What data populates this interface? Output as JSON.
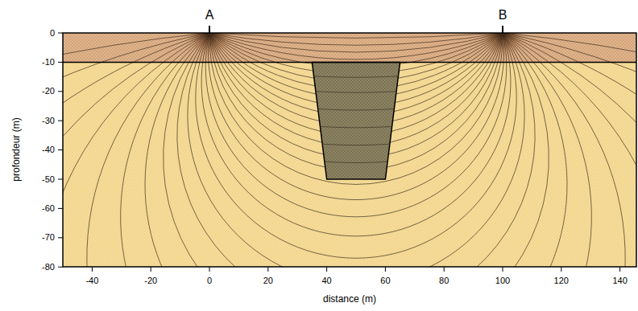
{
  "diagram": {
    "labels": [
      "A",
      "B",
      "0",
      "-10",
      "-20",
      "-30",
      "-40",
      "-50",
      "-60",
      "-70",
      "-80",
      "profondeur (m)",
      "-40",
      "-20",
      "0",
      "20",
      "40",
      "60",
      "80",
      "100",
      "120",
      "140",
      "distance (m)"
    ]
  }
}
